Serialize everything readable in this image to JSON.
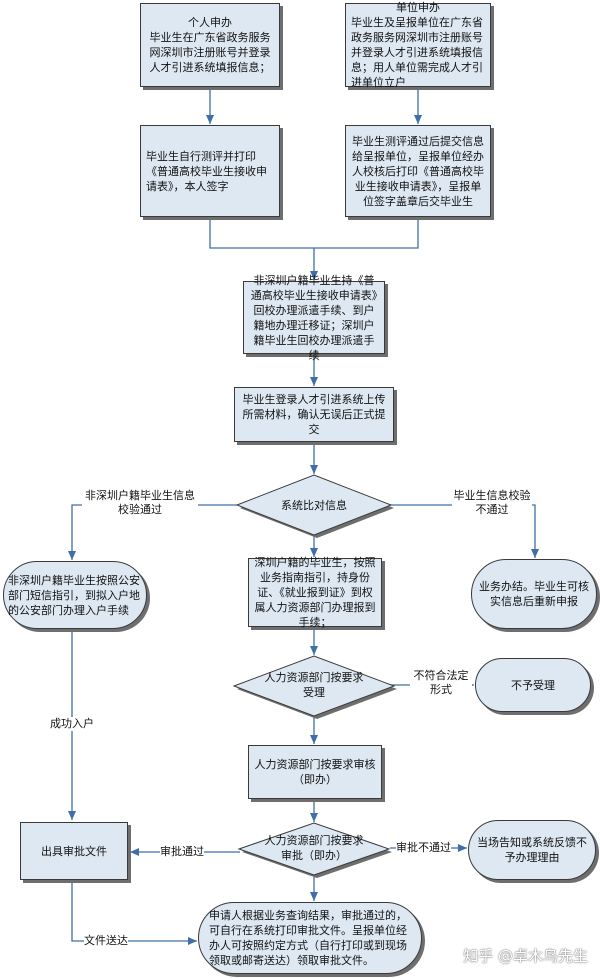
{
  "nodes": {
    "personal": {
      "title": "个人申办",
      "body": "毕业生在广东省政务服务网深圳市注册账号并登录人才引进系统填报信息；"
    },
    "unit": {
      "title": "单位申办",
      "body": "毕业生及呈报单位在广东省政务服务网深圳市注册账号并登录人才引进系统填报信息；用人单位需完成人才引进单位立户"
    },
    "self_eval": "毕业生自行测评并打印《普通高校毕业生接收申请表》，本人签字",
    "unit_eval": "毕业生测评通过后提交信息给呈报单位，呈报单位经办人校核后打印《普通高校毕业生接收申请表》，呈报单位签字盖章后交毕业生",
    "dispatch": "非深圳户籍毕业生持《普通高校毕业生接收申请表》回校办理派遣手续、到户籍地办理迁移证；深圳户籍毕业生回校办理派遣手续",
    "upload": "毕业生登录人才引进系统上传所需材料，确认无误后正式提交",
    "compare": "系统比对信息",
    "nonlocal": "非深圳户籍毕业生按照公安部门短信指引，到拟入户地的公安部门办理入户手续",
    "local": "深圳户籍的毕业生，按照业务指南指引，持身份证、《就业报到证》到权属人力资源部门办理报到手续；",
    "done": "业务办结。毕业生可核实信息后重新申报",
    "accept": "人力资源部门按要求受理",
    "reject_accept": "不予受理",
    "review": "人力资源部门按要求审核（即办）",
    "approve": "人力资源部门按要求审批（即办）",
    "issue": "出具审批文件",
    "reject_approve": "当场告知或系统反馈不予办理理由",
    "final": "申请人根据业务查询结果，审批通过的，可自行在系统打印审批文件。呈报单位经办人可按照约定方式（自行打印或到现场领取或邮寄送达）领取审批文件。"
  },
  "edge_labels": {
    "verify_pass": "非深圳户籍毕业生信息校验通过",
    "verify_fail": "毕业生信息校验不通过",
    "settled": "成功入户",
    "not_legal": "不符合法定形式",
    "approved": "审批通过",
    "not_approved": "审批不通过",
    "delivered": "文件送达"
  },
  "watermark": "知乎 @卓木鸟先生",
  "colors": {
    "fill": "#dde8f3",
    "arrow": "#3f6fa6",
    "border": "#3a3a3a"
  }
}
